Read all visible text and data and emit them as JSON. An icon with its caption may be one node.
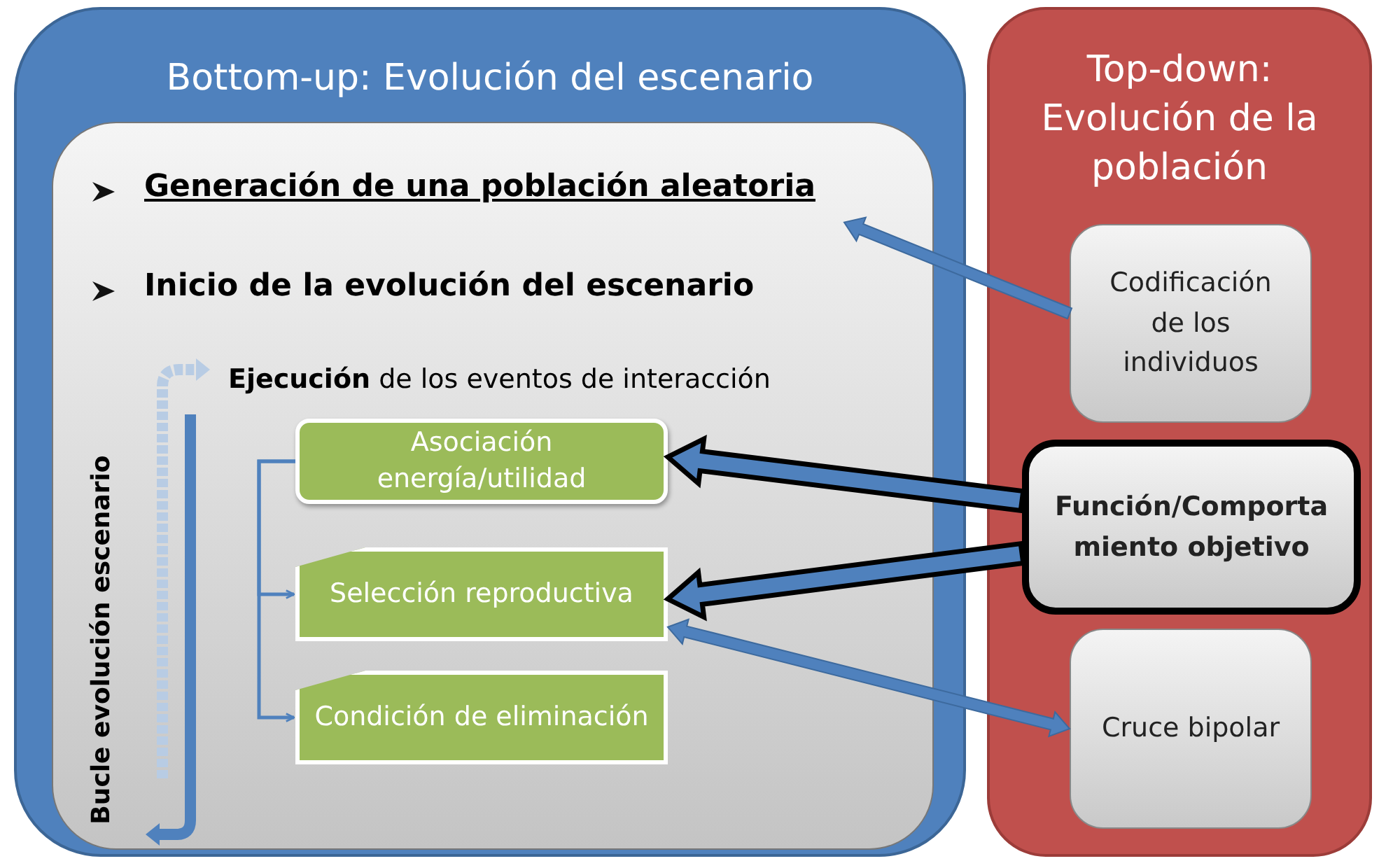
{
  "diagram": {
    "nodes": [
      {
        "text": [
          "Bottom-up: Evolución del escenario"
        ]
      },
      {
        "text": [
          "Inicio de la evolución del escenario",
          "**Ejecución** de los eventos de interacción",
          "Bucle evolución escenario"
        ],
        "in": 0
      },
      {
        "text": [
          "Generación de una población aleatoria"
        ],
        "in": 1
      },
      {
        "text": [
          "Asociación energía/utilidad"
        ],
        "in": 1
      },
      {
        "text": [
          "Selección reproductiva"
        ],
        "in": 1
      },
      {
        "text": [
          "Condición de eliminación"
        ],
        "in": 1
      },
      {
        "text": [
          "Top-down: Evolución de la población"
        ]
      },
      {
        "text": [
          "Codificación de los individuos"
        ],
        "in": 6
      },
      {
        "text": [
          "Función/Comporta miento objetivo"
        ],
        "in": 6
      },
      {
        "text": [
          "Cruce bipolar"
        ],
        "in": 6
      }
    ],
    "edges": [
      {
        "from": 7,
        "to": 2,
        "arrow": "to"
      },
      {
        "from": 8,
        "to": 3,
        "arrow": "to",
        "style": "thick"
      },
      {
        "from": 8,
        "to": 4,
        "arrow": "to",
        "style": "thick"
      },
      {
        "from": 4,
        "to": 9,
        "arrow": "both"
      },
      {
        "from": 3,
        "to": 4,
        "arrow": "to"
      },
      {
        "from": 3,
        "to": 5,
        "arrow": "to"
      }
    ]
  }
}
